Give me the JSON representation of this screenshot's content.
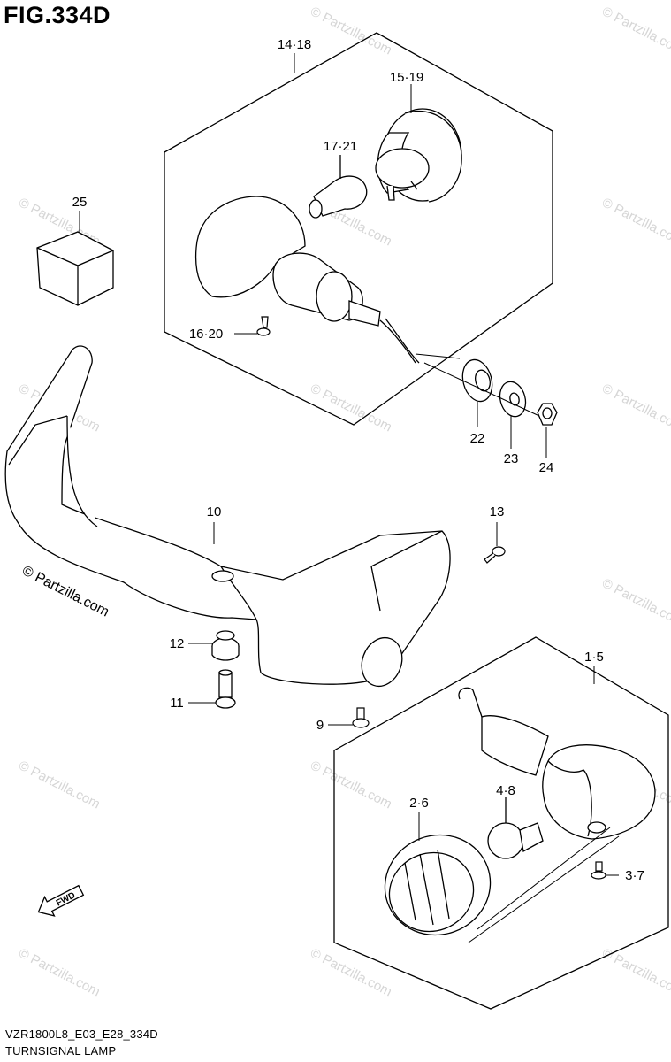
{
  "figure_title": "FIG.334D",
  "model_code": "VZR1800L8_E03_E28_334D",
  "diagram_name": "TURNSIGNAL LAMP",
  "watermark": "© Partzilla.com",
  "fwd_label": "FWD",
  "callouts": [
    {
      "id": "c-14-18",
      "text": "14·18"
    },
    {
      "id": "c-15-19",
      "text": "15·19"
    },
    {
      "id": "c-17-21",
      "text": "17·21"
    },
    {
      "id": "c-25",
      "text": "25"
    },
    {
      "id": "c-16-20",
      "text": "16·20"
    },
    {
      "id": "c-22",
      "text": "22"
    },
    {
      "id": "c-23",
      "text": "23"
    },
    {
      "id": "c-24",
      "text": "24"
    },
    {
      "id": "c-10",
      "text": "10"
    },
    {
      "id": "c-13",
      "text": "13"
    },
    {
      "id": "c-12",
      "text": "12"
    },
    {
      "id": "c-11",
      "text": "11"
    },
    {
      "id": "c-9",
      "text": "9"
    },
    {
      "id": "c-1-5",
      "text": "1·5"
    },
    {
      "id": "c-2-6",
      "text": "2·6"
    },
    {
      "id": "c-4-8",
      "text": "4·8"
    },
    {
      "id": "c-3-7",
      "text": "3·7"
    }
  ]
}
